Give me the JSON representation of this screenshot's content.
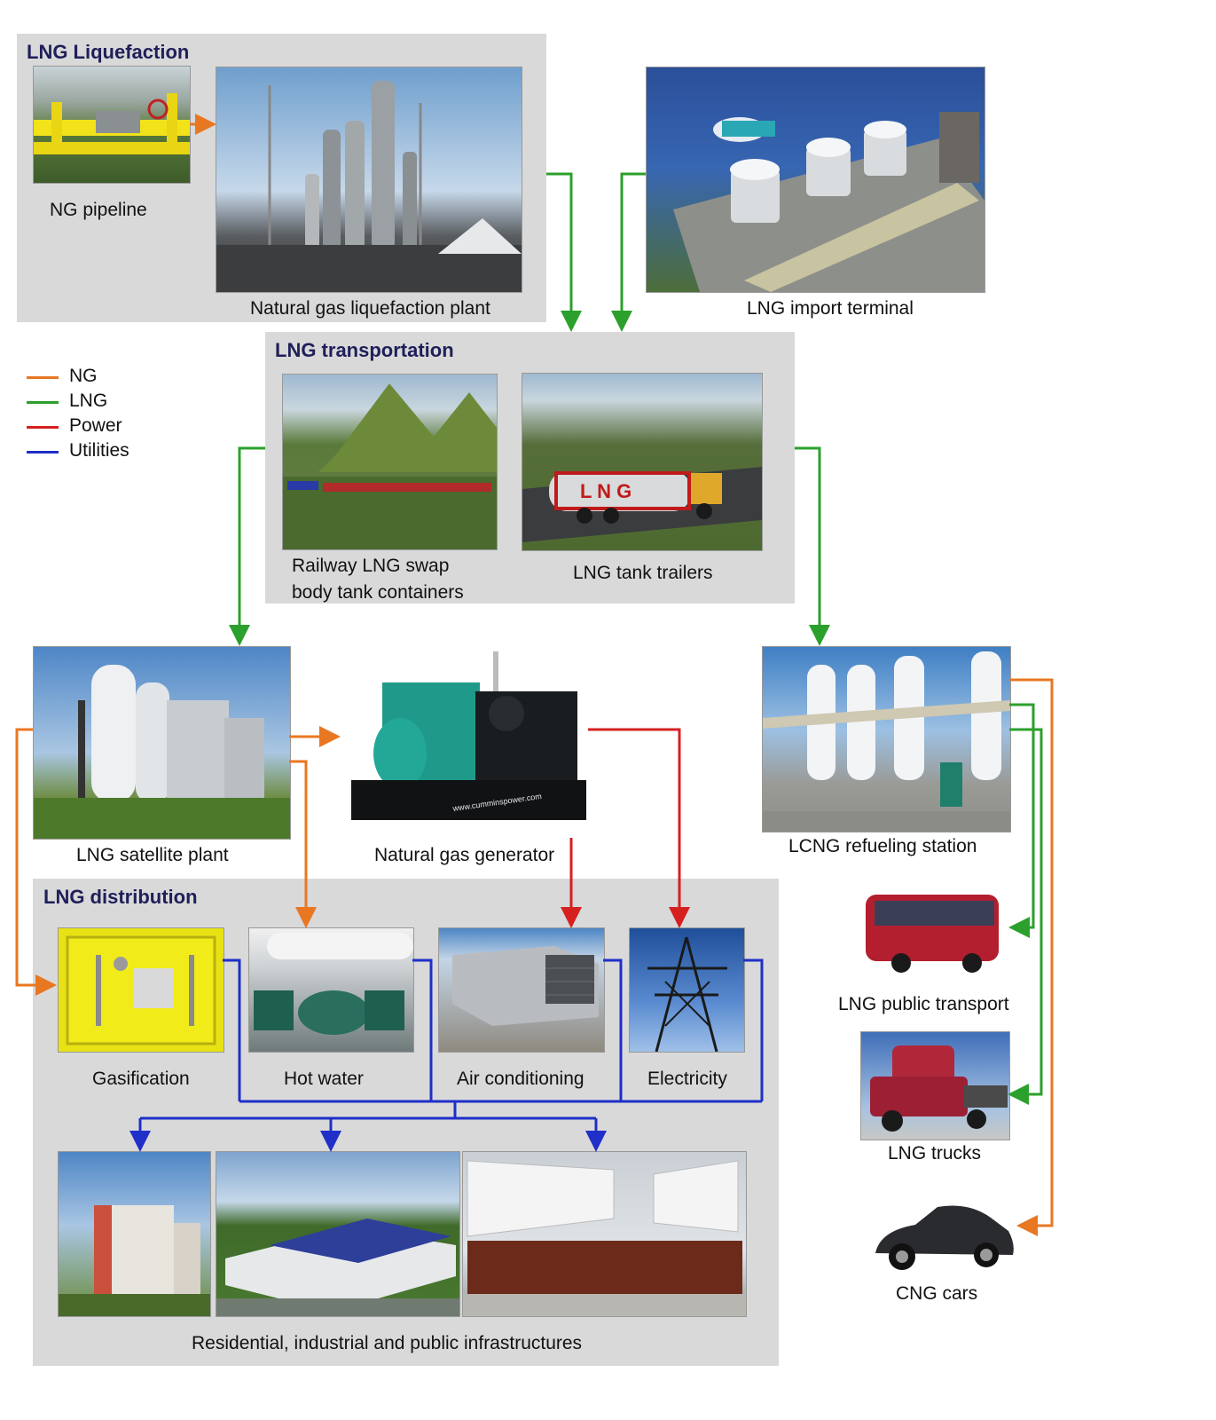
{
  "panels": {
    "liquefaction": "LNG Liquefaction",
    "transportation": "LNG transportation",
    "distribution": "LNG distribution"
  },
  "captions": {
    "ng_pipeline": "NG pipeline",
    "liquefaction_plant": "Natural gas liquefaction plant",
    "import_terminal": "LNG import terminal",
    "railway_line1": "Railway LNG swap",
    "railway_line2": "body tank containers",
    "tank_trailers": "LNG tank trailers",
    "satellite_plant": "LNG satellite plant",
    "generator": "Natural gas generator",
    "refueling_station": "LCNG refueling station",
    "gasification": "Gasification",
    "hot_water": "Hot water",
    "air_conditioning": "Air conditioning",
    "electricity": "Electricity",
    "infrastructures": "Residential, industrial and public infrastructures",
    "public_transport": "LNG public transport",
    "trucks": "LNG trucks",
    "cng_cars": "CNG cars"
  },
  "image_labels": {
    "lng": "L N G",
    "website": "www.cumminspower.com"
  },
  "legend": [
    {
      "label": "NG",
      "color": "#e87722"
    },
    {
      "label": "LNG",
      "color": "#2ca02c"
    },
    {
      "label": "Power",
      "color": "#d62020"
    },
    {
      "label": "Utilities",
      "color": "#1f2fc8"
    }
  ]
}
